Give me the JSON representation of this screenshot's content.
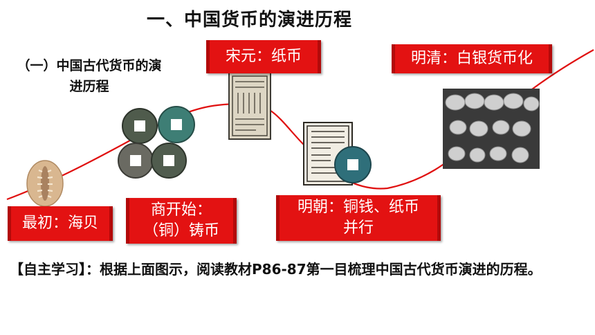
{
  "slide": {
    "title": "一、中国货币的演进历程",
    "subtitle": "（一）中国古代货币的演进历程",
    "colors": {
      "banner": "#e31212",
      "curve": "#e01010"
    },
    "stages": [
      {
        "name": "shell",
        "label_lines": [
          "最初：海贝"
        ]
      },
      {
        "name": "copper",
        "label_lines": [
          "商开始：",
          "（铜）铸币"
        ]
      },
      {
        "name": "paper",
        "label_lines": [
          "宋元：纸币"
        ]
      },
      {
        "name": "ming",
        "label_lines": [
          "明朝：铜钱、纸币",
          "并行"
        ]
      },
      {
        "name": "silver",
        "label_lines": [
          "明清：白银货币化"
        ]
      }
    ],
    "images": {
      "shell": "cowrie-shell-icon",
      "coins": "ancient-copper-coins-icon",
      "paper": "paper-money-note-icon",
      "ming": "ming-paper-note-and-coin-icon",
      "silver": "silver-ingots-icon"
    },
    "study": "【自主学习】：根据上面图示，阅读教材P86-87第一目梳理中国古代货币演进的历程。"
  }
}
